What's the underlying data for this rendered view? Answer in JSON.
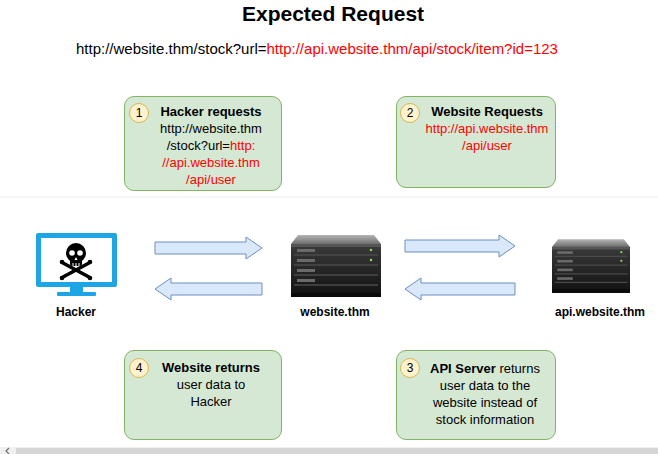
{
  "diagram": {
    "title": "Expected Request",
    "nodes": [
      {
        "text": [
          "Hacker requests",
          "http://website.thm /stock?url=",
          "http: //api.website.thm /api/user"
        ]
      },
      {
        "text": [
          "1"
        ],
        "in": 0
      },
      {
        "text": [
          "Website Requests",
          "http://api.website.thm /api/user"
        ]
      },
      {
        "text": [
          "2"
        ],
        "in": 2
      },
      {
        "text": [
          "Hacker"
        ]
      },
      {
        "text": [
          "website.thm"
        ]
      },
      {
        "text": [
          "api.website.thm"
        ]
      },
      {
        "text": [
          "Website returns",
          "user data to Hacker"
        ]
      },
      {
        "text": [
          "4"
        ],
        "in": 7
      },
      {
        "text": [
          "API Server",
          "returns user data to the website instead of stock information"
        ]
      },
      {
        "text": [
          "3"
        ],
        "in": 9
      }
    ],
    "edges": [
      {
        "from": 4,
        "to": 5,
        "arrow": "to"
      },
      {
        "from": 5,
        "to": 4,
        "arrow": "to"
      },
      {
        "from": 5,
        "to": 6,
        "arrow": "to"
      },
      {
        "from": 6,
        "to": 5,
        "arrow": "to"
      }
    ],
    "labels": [
      "http://website.thm/stock?url=",
      "http://api.website.thm/api/stock/item?id=123"
    ]
  }
}
